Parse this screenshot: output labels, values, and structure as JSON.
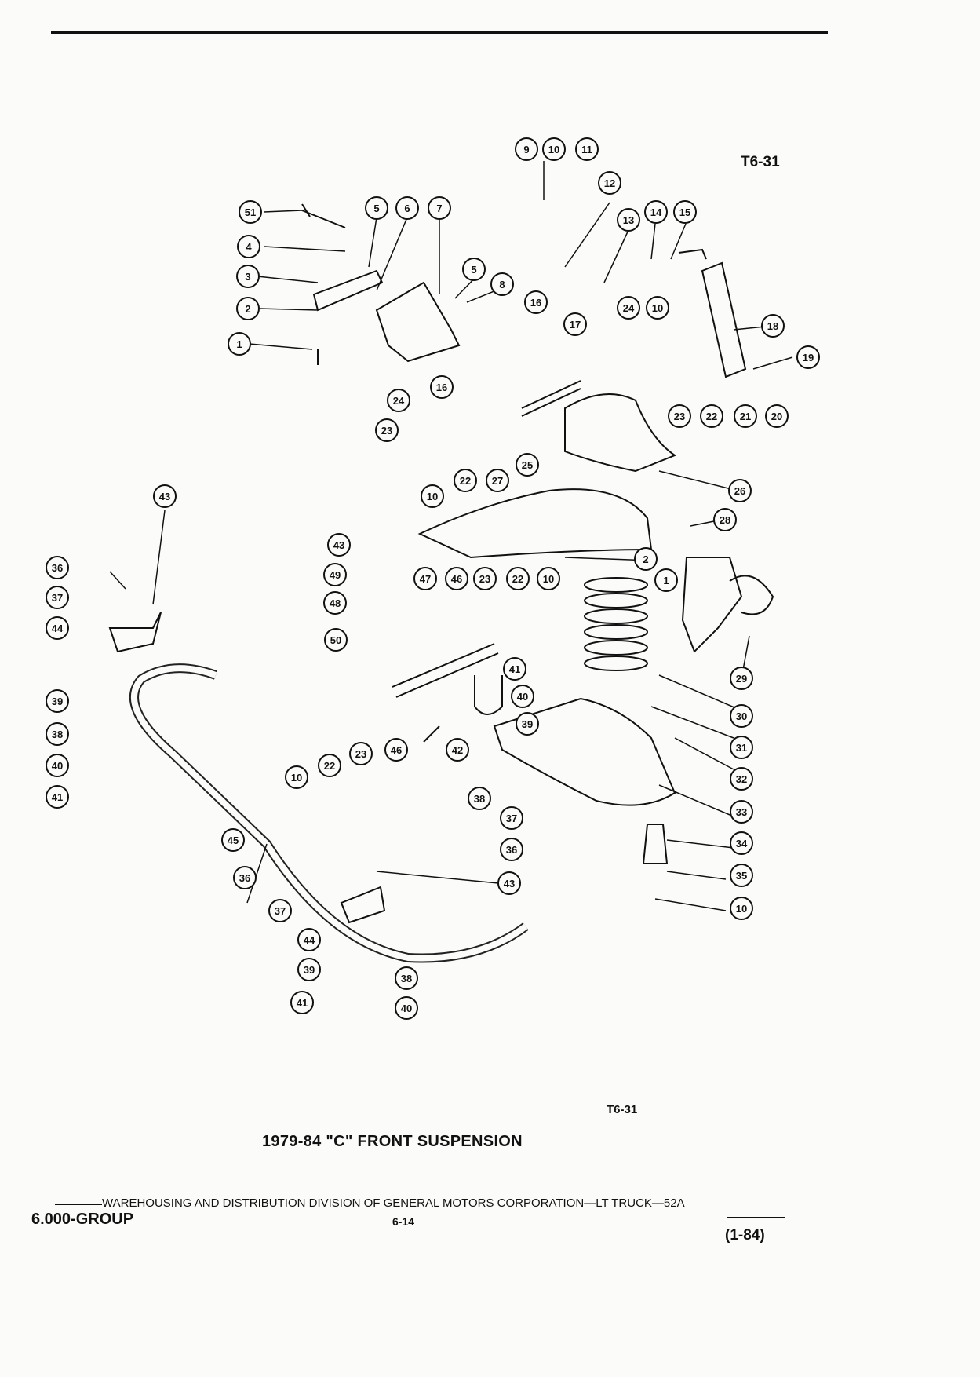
{
  "header": {
    "ref_code": "T6-31"
  },
  "figure": {
    "ref_code": "T6-31",
    "caption": "1979-84 \"C\" FRONT SUSPENSION"
  },
  "callouts": [
    "51",
    "4",
    "3",
    "2",
    "1",
    "5",
    "6",
    "7",
    "5",
    "8",
    "9",
    "10",
    "11",
    "12",
    "13",
    "14",
    "15",
    "16",
    "17",
    "24",
    "10",
    "18",
    "19",
    "16",
    "24",
    "23",
    "23",
    "22",
    "21",
    "20",
    "10",
    "22",
    "27",
    "25",
    "26",
    "28",
    "2",
    "1",
    "43",
    "36",
    "37",
    "44",
    "39",
    "38",
    "40",
    "41",
    "43",
    "49",
    "48",
    "50",
    "47",
    "46",
    "23",
    "22",
    "10",
    "41",
    "40",
    "39",
    "42",
    "46",
    "23",
    "22",
    "10",
    "29",
    "30",
    "31",
    "32",
    "33",
    "38",
    "37",
    "36",
    "34",
    "35",
    "10",
    "45",
    "36",
    "43",
    "37",
    "44",
    "39",
    "38",
    "41",
    "40"
  ],
  "footer": {
    "distribution_line": "WAREHOUSING AND DISTRIBUTION DIVISION OF GENERAL MOTORS CORPORATION—LT TRUCK—52A",
    "group_label": "6.000-GROUP",
    "page_number": "6-14",
    "date_code": "(1-84)"
  },
  "colors": {
    "ink": "#111111",
    "paper": "#fbfbf9"
  }
}
